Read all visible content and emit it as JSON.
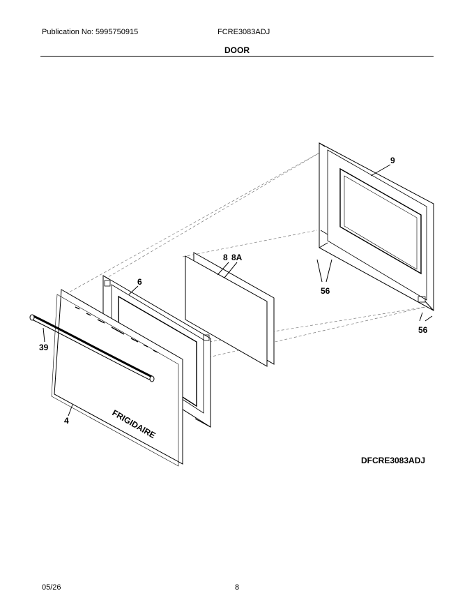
{
  "header": {
    "publication": "Publication No: 5995750915",
    "model": "FCRE3083ADJ",
    "section_title": "DOOR"
  },
  "diagram": {
    "code": "DFCRE3083ADJ",
    "brand_mark": "FRIGIDAIRE",
    "callouts": [
      {
        "id": "9",
        "text": "9"
      },
      {
        "id": "8",
        "text": "8"
      },
      {
        "id": "8A",
        "text": "8A"
      },
      {
        "id": "6",
        "text": "6"
      },
      {
        "id": "56a",
        "text": "56"
      },
      {
        "id": "56b",
        "text": "56"
      },
      {
        "id": "39",
        "text": "39"
      },
      {
        "id": "4",
        "text": "4"
      }
    ]
  },
  "footer": {
    "date": "05/26",
    "page": "8"
  }
}
